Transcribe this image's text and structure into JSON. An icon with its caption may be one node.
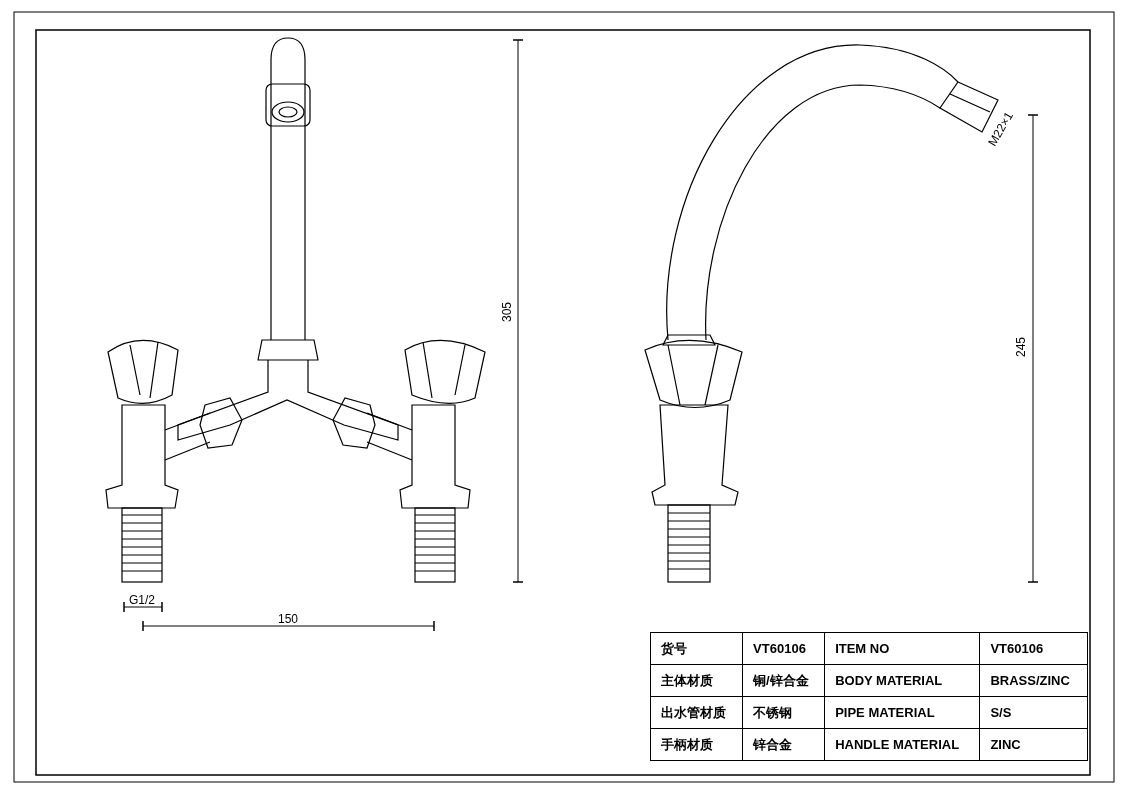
{
  "diagram": {
    "labels": [
      "M22×1",
      "305",
      "245",
      "G1/2",
      "150",
      "货号",
      "VT60106",
      "ITEM NO",
      "VT60106",
      "主体材质",
      "铜/锌合金",
      "BODY MATERIAL",
      "BRASS/ZINC",
      "出水管材质",
      "不锈钢",
      "PIPE MATERIAL",
      "S/S",
      "手柄材质",
      "锌合金",
      "HANDLE MATERIAL",
      "ZINC"
    ]
  }
}
